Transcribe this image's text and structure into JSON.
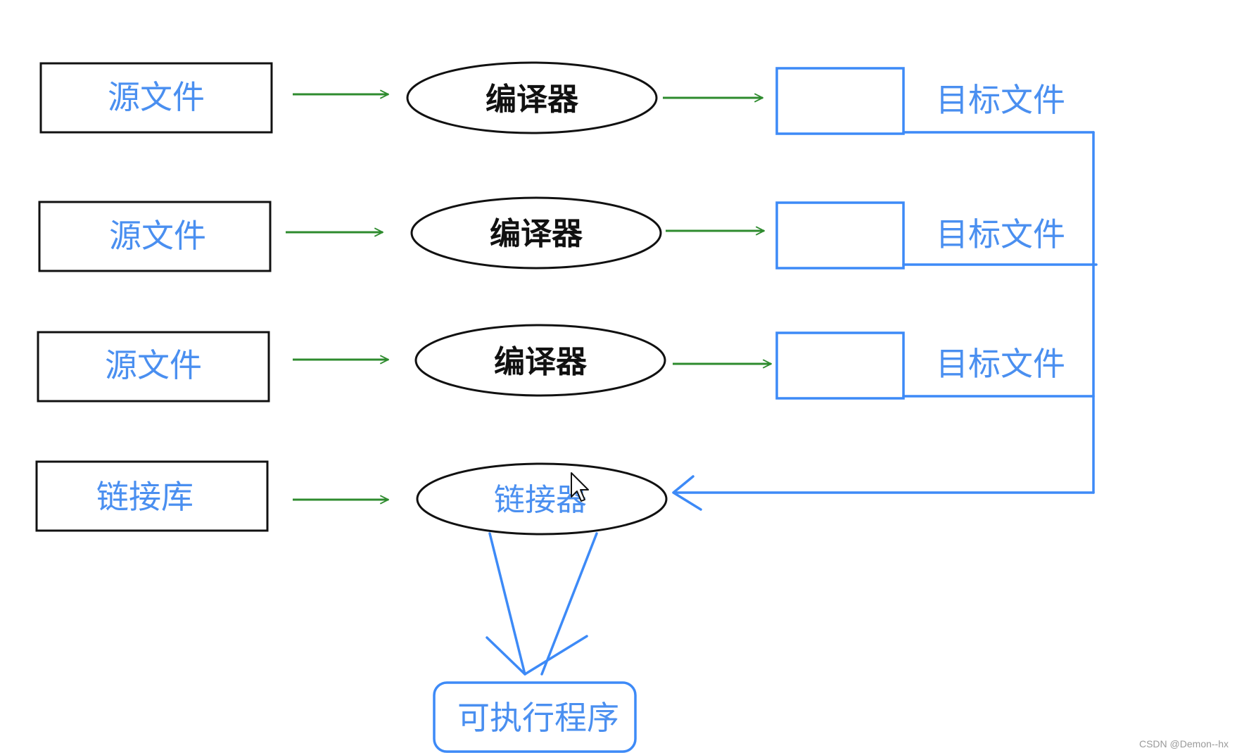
{
  "colors": {
    "arrow_green": "#2e8b2e",
    "accent_blue": "#3d8af7",
    "label_blue": "#4a8ff0",
    "outline_black": "#111111",
    "watermark": "#9a9a9a"
  },
  "source_boxes": [
    {
      "label": "源文件"
    },
    {
      "label": "源文件"
    },
    {
      "label": "源文件"
    },
    {
      "label": "链接库"
    }
  ],
  "compilers": [
    {
      "label": "编译器"
    },
    {
      "label": "编译器"
    },
    {
      "label": "编译器"
    }
  ],
  "linker": {
    "label": "链接器"
  },
  "object_files": [
    {
      "label": "目标文件"
    },
    {
      "label": "目标文件"
    },
    {
      "label": "目标文件"
    }
  ],
  "executable": {
    "label": "可执行程序"
  },
  "watermark": "CSDN @Demon--hx",
  "icons": {
    "cursor": "mouse-pointer-icon"
  }
}
